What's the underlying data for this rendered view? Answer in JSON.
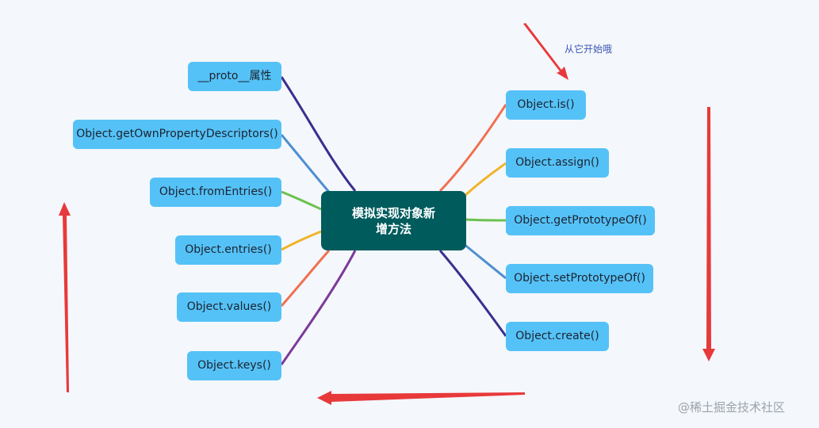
{
  "center": {
    "title_line1": "模拟实现对象新",
    "title_line2": "增方法"
  },
  "left_nodes": [
    {
      "label": "__proto__属性"
    },
    {
      "label": "Object.getOwnPropertyDescriptors()"
    },
    {
      "label": "Object.fromEntries()"
    },
    {
      "label": "Object.entries()"
    },
    {
      "label": "Object.values()"
    },
    {
      "label": "Object.keys()"
    }
  ],
  "right_nodes": [
    {
      "label": "Object.is()"
    },
    {
      "label": "Object.assign()"
    },
    {
      "label": "Object.getPrototypeOf()"
    },
    {
      "label": "Object.setPrototypeOf()"
    },
    {
      "label": "Object.create()"
    }
  ],
  "annotation": {
    "text": "从它开始哦"
  },
  "watermark": {
    "text": "@稀土掘金技术社区"
  },
  "colors": {
    "node_fill": "#55c2f7",
    "center_fill": "#005b5d",
    "arrow": "#e8393a",
    "branch_colors": [
      "#3a2f8f",
      "#4f8fd0",
      "#6cc14f",
      "#f0b429",
      "#f07050",
      "#7d3a9a"
    ]
  }
}
